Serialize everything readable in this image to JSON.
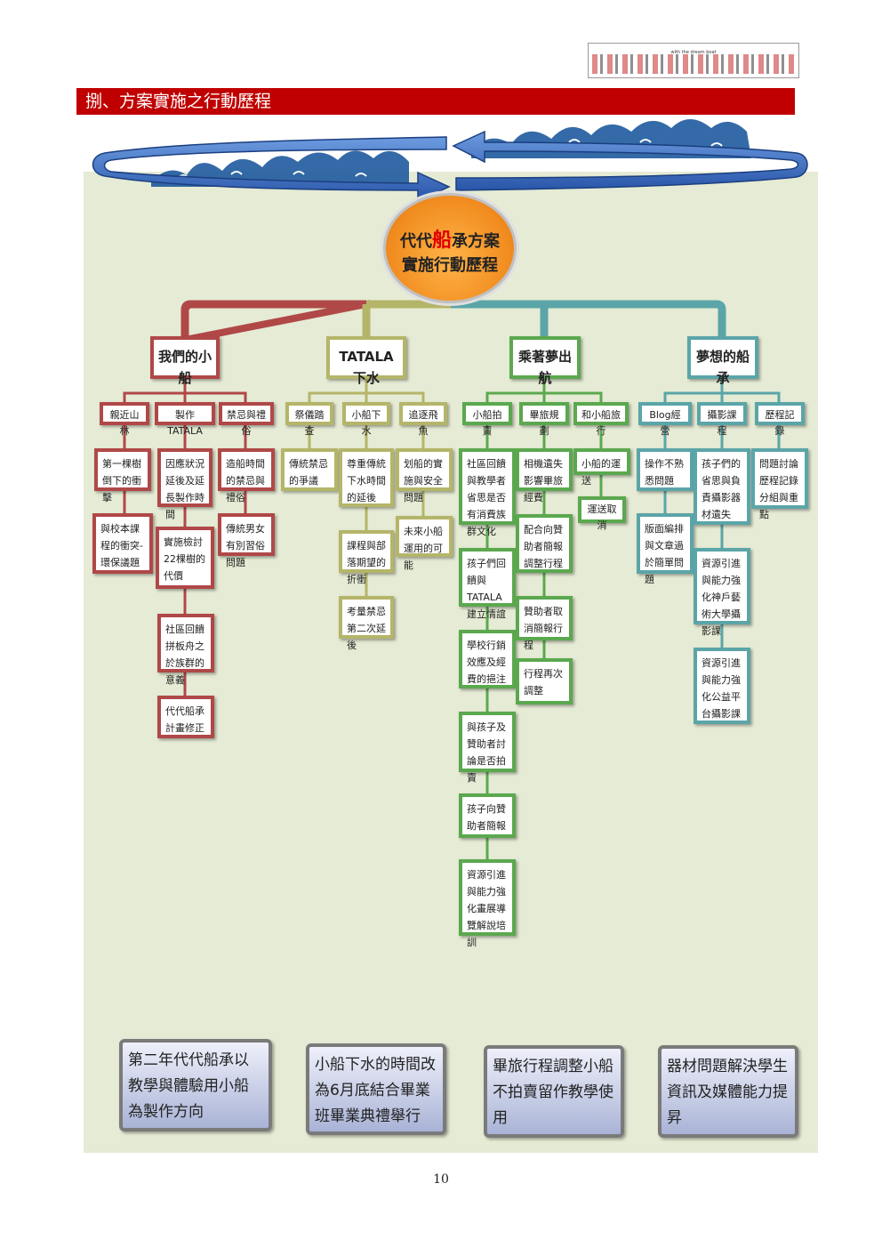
{
  "header": {
    "title": "捌、方案實施之行動歷程"
  },
  "logo": {
    "caption": "with the dream boat"
  },
  "center": {
    "line1_pre": "代代",
    "line1_boat": "船",
    "line1_post": "承方案",
    "line2": "實施行動歷程"
  },
  "branches": {
    "b1": {
      "title": "我們的小船",
      "c1": {
        "label": "親近山林",
        "items": [
          "第一棵樹倒下的衝擊",
          "與校本課程的衝突-環保議題"
        ]
      },
      "c2": {
        "label": "製作TATALA",
        "items": [
          "因應狀況延後及延長製作時間",
          "實施檢討22棵樹的代價",
          "社區回饋拼板舟之於族群的意義",
          "代代船承計畫修正"
        ]
      },
      "c3": {
        "label": "禁忌與禮俗",
        "items": [
          "造船時間的禁忌與禮俗",
          "傳統男女有別習俗問題"
        ]
      }
    },
    "b2": {
      "title": "TATALA下水",
      "c1": {
        "label": "祭儀踏查",
        "items": [
          "傳統禁忌的爭議"
        ]
      },
      "c2": {
        "label": "小船下水",
        "items": [
          "尊重傳統下水時間的延後",
          "課程與部落期望的折衝",
          "考量禁忌第二次延後"
        ]
      },
      "c3": {
        "label": "追逐飛魚",
        "items": [
          "划船的實施與安全問題",
          "未來小船運用的可能"
        ]
      }
    },
    "b3": {
      "title": "乘著夢出航",
      "c1": {
        "label": "小船拍賣",
        "items": [
          "社區回饋與教學者省思是否有消費族群文化",
          "孩子們回饋與TATALA建立情誼",
          "學校行銷效應及經費的挹注",
          "與孩子及贊助者討論是否拍賣",
          "孩子向贊助者簡報",
          "資源引進與能力強化畫展導覽解說培訓"
        ]
      },
      "c2": {
        "label": "畢旅規劃",
        "items": [
          "相機遺失影響畢旅經費",
          "配合向贊助者簡報調整行程",
          "贊助者取消簡報行程",
          "行程再次調整"
        ]
      },
      "c3": {
        "label": "和小船旅行",
        "items": [
          "小船的運送",
          "運送取消"
        ]
      }
    },
    "b4": {
      "title": "夢想的船承",
      "c1": {
        "label": "Blog經營",
        "items": [
          "操作不熟悉問題",
          "版面編排與文章過於簡單問題"
        ]
      },
      "c2": {
        "label": "攝影課程",
        "items": [
          "孩子們的省思與負責攝影器材遺失",
          "資源引進與能力強化神戶藝術大學攝影課",
          "資源引進與能力強化公益平台攝影課"
        ]
      },
      "c3": {
        "label": "歷程記錄",
        "items": [
          "問題討論歷程記錄分組與重點"
        ]
      }
    }
  },
  "summaries": [
    "第二年代代船承以教學與體驗用小船為製作方向",
    "小船下水的時間改為6月底結合畢業班畢業典禮舉行",
    "畢旅行程調整小船不拍賣留作教學使用",
    "器材問題解決學生資訊及媒體能力提昇"
  ],
  "footer": {
    "page_number": "10"
  },
  "colors": {
    "header": "#c00000",
    "branch1": "#b04848",
    "branch2": "#b5b56a",
    "branch3": "#5ba84f",
    "branch4": "#5ba5a8",
    "panel": "#e5ebd4"
  }
}
